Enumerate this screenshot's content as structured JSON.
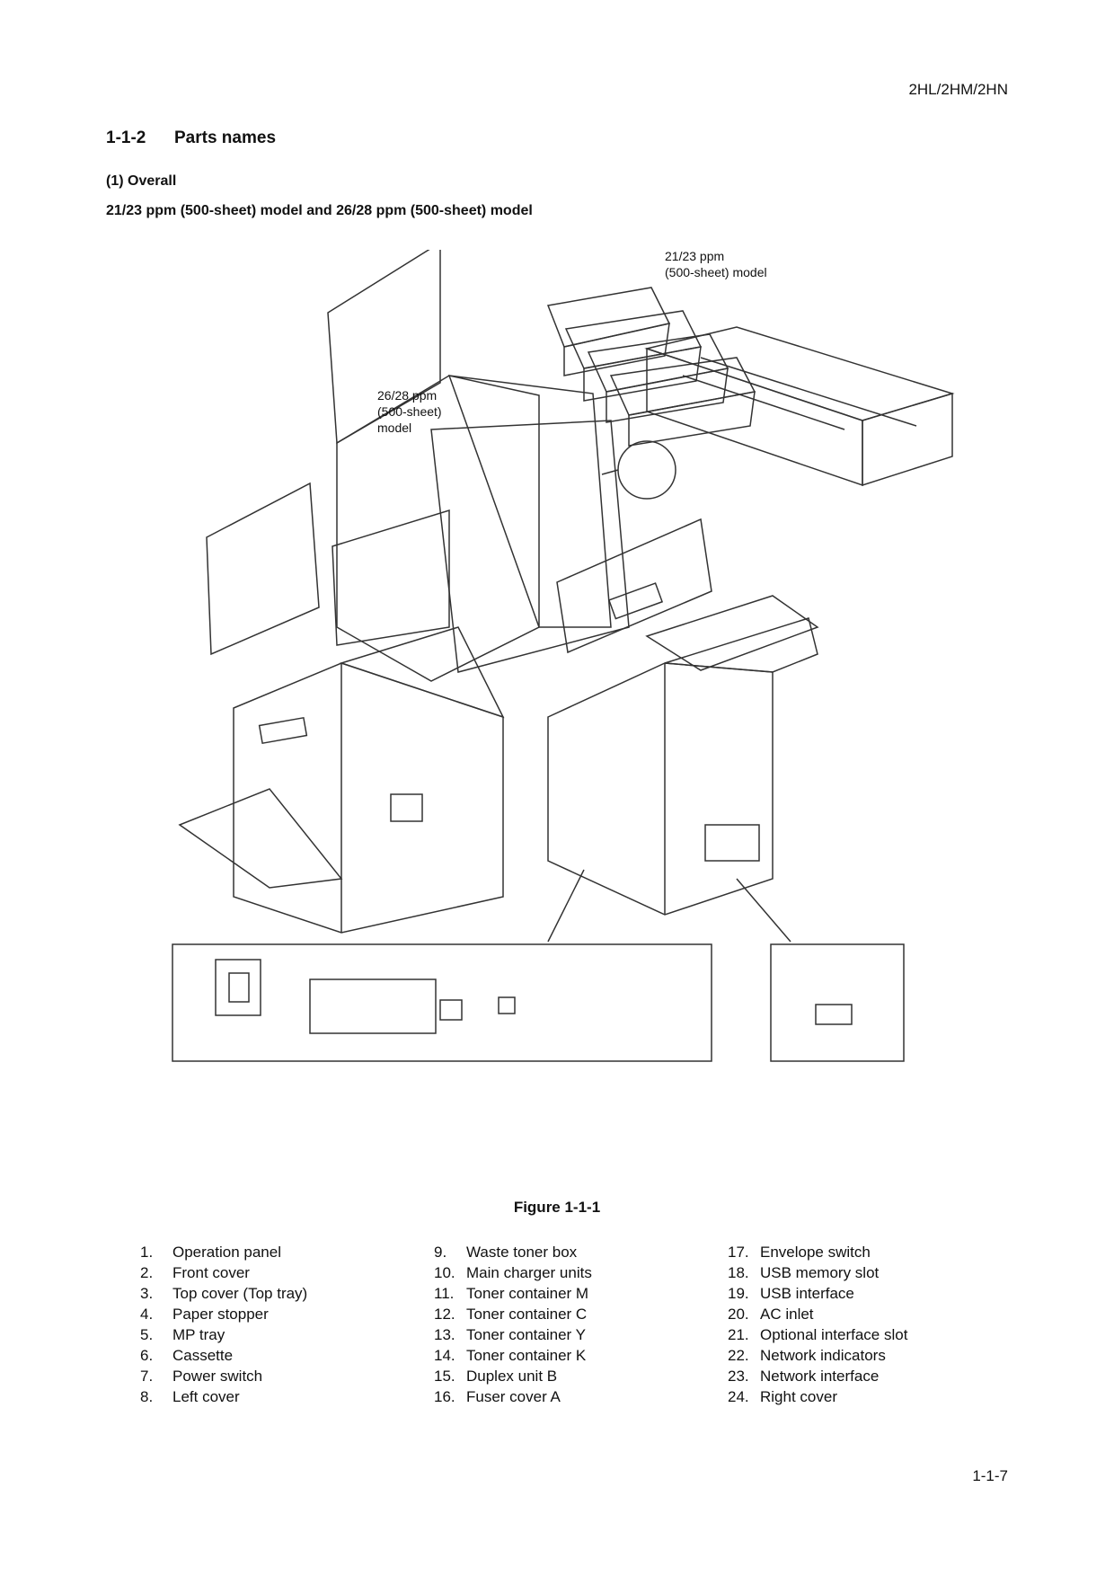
{
  "header": {
    "doc_code": "2HL/2HM/2HN"
  },
  "section": {
    "number": "1-1-2",
    "title": "Parts names"
  },
  "subsection": "(1) Overall",
  "model_line": "21/23 ppm (500-sheet) model and 26/28 ppm (500-sheet) model",
  "figure": {
    "callout_2123": [
      "21/23 ppm",
      "(500-sheet) model"
    ],
    "callout_2628": [
      "26/28 ppm",
      "(500-sheet)",
      "model"
    ],
    "caption": "Figure 1-1-1"
  },
  "parts_columns": [
    [
      {
        "num": "1.",
        "name": "Operation panel"
      },
      {
        "num": "2.",
        "name": "Front cover"
      },
      {
        "num": "3.",
        "name": "Top cover (Top tray)"
      },
      {
        "num": "4.",
        "name": "Paper stopper"
      },
      {
        "num": "5.",
        "name": "MP tray"
      },
      {
        "num": "6.",
        "name": "Cassette"
      },
      {
        "num": "7.",
        "name": "Power switch"
      },
      {
        "num": "8.",
        "name": "Left cover"
      }
    ],
    [
      {
        "num": "9.",
        "name": "Waste toner box"
      },
      {
        "num": "10.",
        "name": "Main charger units"
      },
      {
        "num": "11.",
        "name": "Toner container M"
      },
      {
        "num": "12.",
        "name": "Toner container C"
      },
      {
        "num": "13.",
        "name": "Toner container Y"
      },
      {
        "num": "14.",
        "name": "Toner container K"
      },
      {
        "num": "15.",
        "name": "Duplex unit B"
      },
      {
        "num": "16.",
        "name": "Fuser cover A"
      }
    ],
    [
      {
        "num": "17.",
        "name": "Envelope switch"
      },
      {
        "num": "18.",
        "name": "USB memory slot"
      },
      {
        "num": "19.",
        "name": "USB interface"
      },
      {
        "num": "20.",
        "name": "AC inlet"
      },
      {
        "num": "21.",
        "name": "Optional interface slot"
      },
      {
        "num": "22.",
        "name": "Network indicators"
      },
      {
        "num": "23.",
        "name": "Network interface"
      },
      {
        "num": "24.",
        "name": "Right cover"
      }
    ]
  ],
  "footer": {
    "page_number": "1-1-7"
  }
}
